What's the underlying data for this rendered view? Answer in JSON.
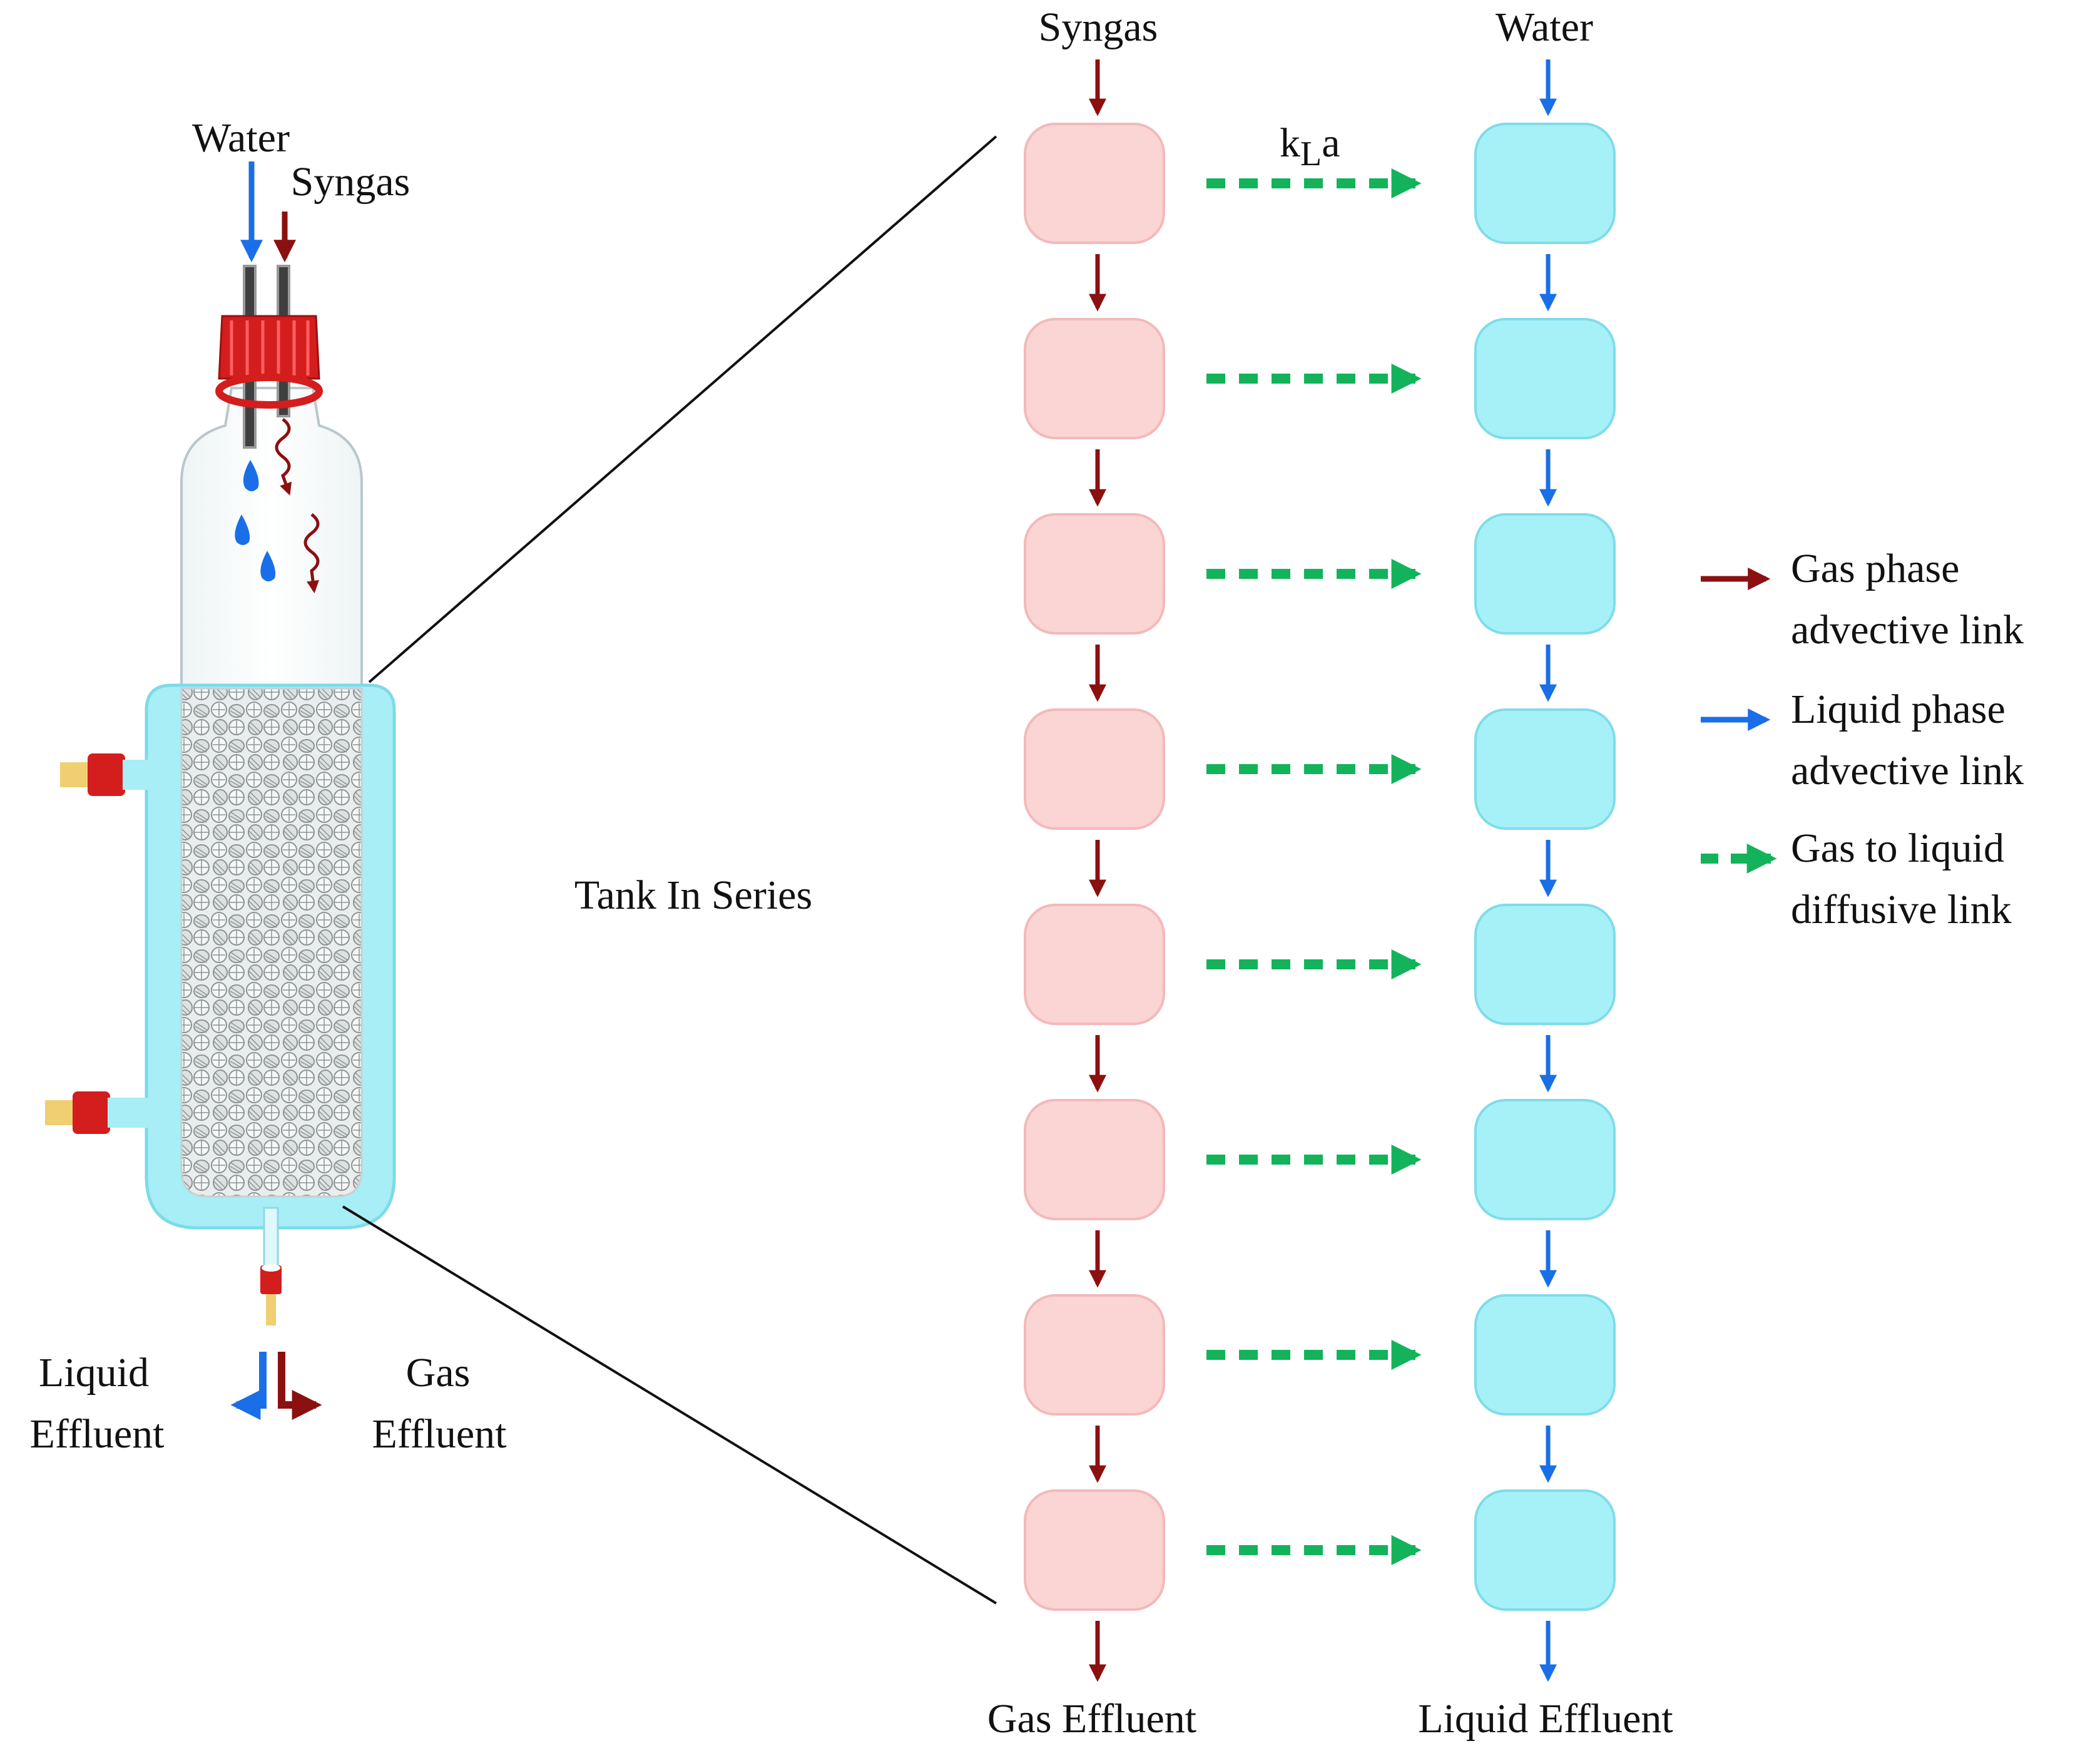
{
  "reactor": {
    "inlet_water_label": "Water",
    "inlet_syngas_label": "Syngas",
    "outlet_liquid_label_line1": "Liquid",
    "outlet_liquid_label_line2": "Effluent",
    "outlet_gas_label_line1": "Gas",
    "outlet_gas_label_line2": "Effluent"
  },
  "model": {
    "title": "Tank In Series",
    "gas_column_top_label": "Syngas",
    "liquid_column_top_label": "Water",
    "transfer_label_main": "k",
    "transfer_label_sub": "L",
    "transfer_label_tail": "a",
    "gas_column_bottom_label": "Gas Effluent",
    "liquid_column_bottom_label": "Liquid Effluent",
    "tank_count": 8
  },
  "legend": [
    {
      "line1": "Gas phase",
      "line2": "advective link",
      "style": "gas"
    },
    {
      "line1": "Liquid phase",
      "line2": "advective link",
      "style": "liquid"
    },
    {
      "line1": "Gas to liquid",
      "line2": "diffusive link",
      "style": "diffusive"
    }
  ],
  "colors": {
    "gas": "#8b1010",
    "liquid": "#1a6fe8",
    "diffusive": "#12b35a",
    "gas_tank_fill": "#fbd4d4",
    "liquid_tank_fill": "#a6f1f8",
    "jacket": "#a8eef7",
    "cap": "#d41d1d"
  }
}
